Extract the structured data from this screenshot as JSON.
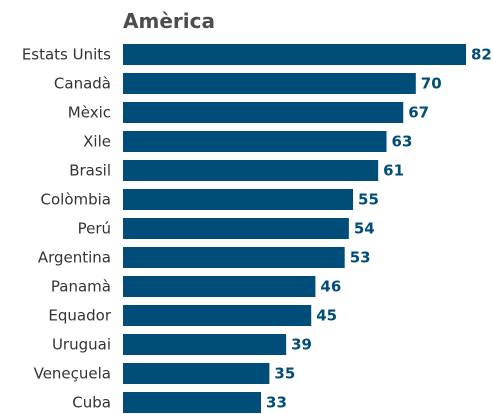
{
  "chart_data": {
    "type": "bar",
    "orientation": "horizontal",
    "title": "Amèrica",
    "categories": [
      "Estats Units",
      "Canadà",
      "Mèxic",
      "Xile",
      "Brasil",
      "Colòmbia",
      "Perú",
      "Argentina",
      "Panamà",
      "Equador",
      "Uruguai",
      "Veneçuela",
      "Cuba"
    ],
    "values": [
      82,
      70,
      67,
      63,
      61,
      55,
      54,
      53,
      46,
      45,
      39,
      35,
      33
    ],
    "xlim": [
      0,
      82
    ],
    "grid": false,
    "legend": "none",
    "data_labels": true
  },
  "colors": {
    "bar": "#004d7a",
    "title": "#4d4d4d",
    "category_text": "#333333",
    "value_text": "#004d7a"
  }
}
